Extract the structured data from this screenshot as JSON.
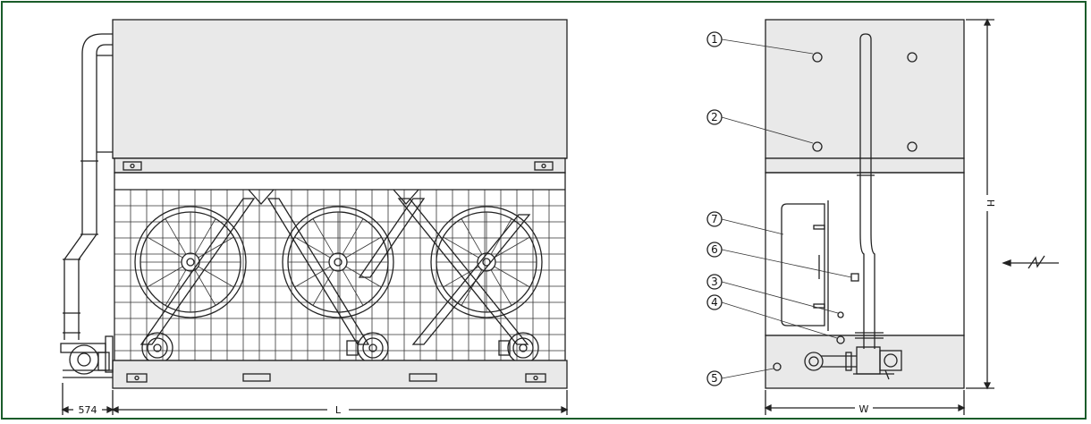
{
  "dimensions": {
    "offset_574": "574",
    "length": "L",
    "width": "W",
    "height": "H"
  },
  "callouts": [
    "1",
    "2",
    "3",
    "4",
    "5",
    "6",
    "7"
  ],
  "colors": {
    "frame": "#1a5c2a",
    "line": "#222222",
    "casing": "#e9e9e9"
  }
}
